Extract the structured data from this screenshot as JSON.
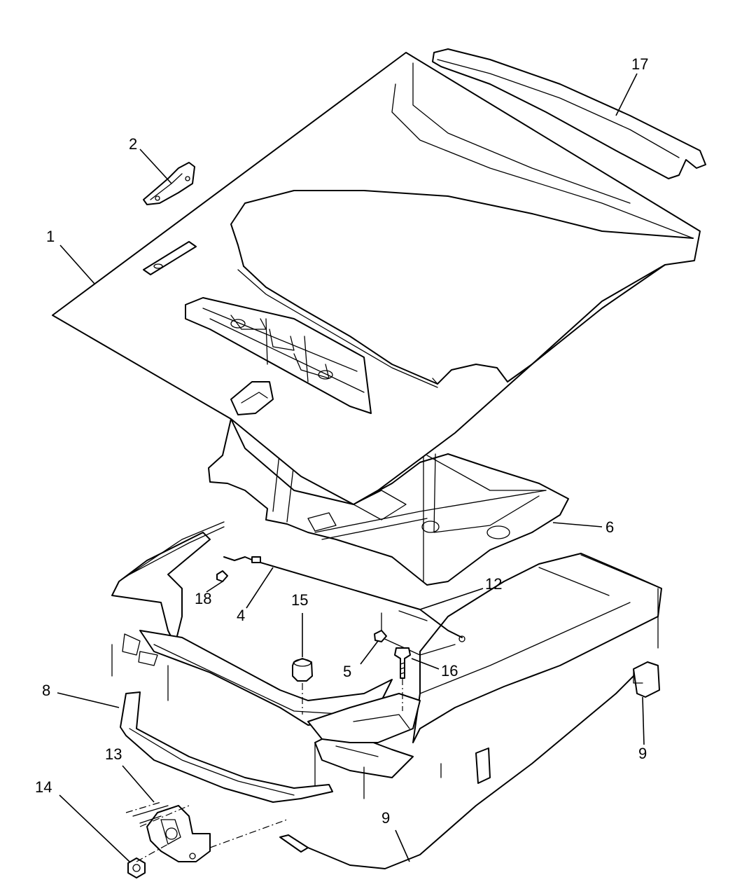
{
  "callouts": {
    "c1": "1",
    "c2": "2",
    "c4": "4",
    "c5": "5",
    "c6": "6",
    "c8": "8",
    "c9a": "9",
    "c9b": "9",
    "c12": "12",
    "c13": "13",
    "c14": "14",
    "c15": "15",
    "c16": "16",
    "c17": "17",
    "c18": "18"
  }
}
